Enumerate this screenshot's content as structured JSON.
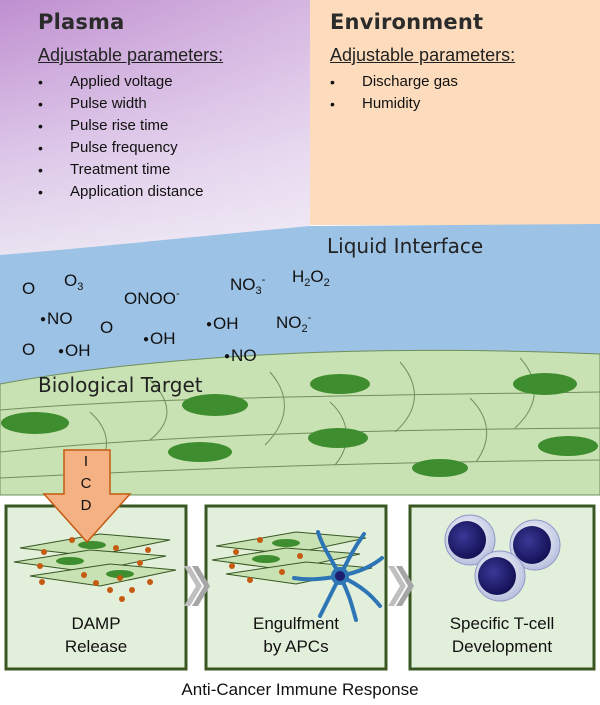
{
  "plasma": {
    "title": "Plasma",
    "subhead": "Adjustable parameters:",
    "items": [
      "Applied voltage",
      "Pulse width",
      "Pulse rise time",
      "Pulse frequency",
      "Treatment time",
      "Application distance"
    ]
  },
  "environment": {
    "title": "Environment",
    "subhead": "Adjustable parameters:",
    "items": [
      "Discharge gas",
      "Humidity"
    ]
  },
  "liquid": {
    "title": "Liquid Interface",
    "species": {
      "o1": "O",
      "o3_base": "O",
      "o3_sub": "3",
      "onoo_base": "ONOO",
      "onoo_sup": "-",
      "no3_base": "NO",
      "no3_sub": "3",
      "no3_sup": "-",
      "h2o2_h": "H",
      "h2o2_sub1": "2",
      "h2o2_o": "O",
      "h2o2_sub2": "2",
      "no_rad1": "NO",
      "o2": "O",
      "oh_rad1": "OH",
      "oh_rad2": "OH",
      "no2_base": "NO",
      "no2_sub": "2",
      "no2_sup": "-",
      "o3": "O",
      "oh_rad3": "OH",
      "no_rad2": "NO"
    }
  },
  "bio": {
    "title": "Biological Target"
  },
  "icd": [
    "I",
    "C",
    "D"
  ],
  "steps": [
    {
      "line1": "DAMP",
      "line2": "Release"
    },
    {
      "line1": "Engulfment",
      "line2": "by APCs"
    },
    {
      "line1": "Specific T-cell",
      "line2": "Development"
    }
  ],
  "footer": "Anti-Cancer Immune Response",
  "colors": {
    "plasma_bg": "#c8a2d6",
    "environment_bg": "#fddcbd",
    "liquid_bg": "#9cc2e5",
    "cell_fill": "#c9e2b3",
    "nucleus": "#3e8d2f",
    "arrow": "#f4b183",
    "damp_dots": "#c55a11",
    "apc": "#2e75b6",
    "tcell": "#1f1d6e",
    "box_border": "#385723",
    "box_fill": "#e2efda"
  }
}
